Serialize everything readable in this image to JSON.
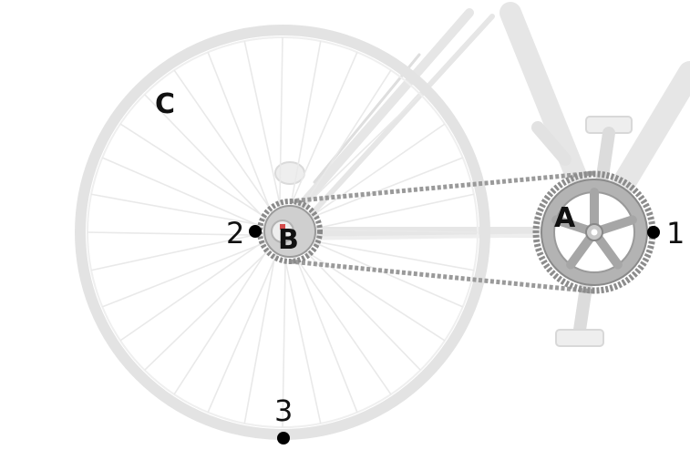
{
  "labels": {
    "chainring": "A",
    "rear_sprocket": "B",
    "wheel": "C"
  },
  "points": {
    "p1": "1",
    "p2": "2",
    "p3": "3"
  },
  "colors": {
    "frame": "#e6e6e6",
    "wheel": "#e3e3e3",
    "spoke": "#e9e9e9",
    "chain": "#9a9a9a",
    "chainring": "#888888",
    "marker": "#000000",
    "accent": "#cc2222"
  }
}
